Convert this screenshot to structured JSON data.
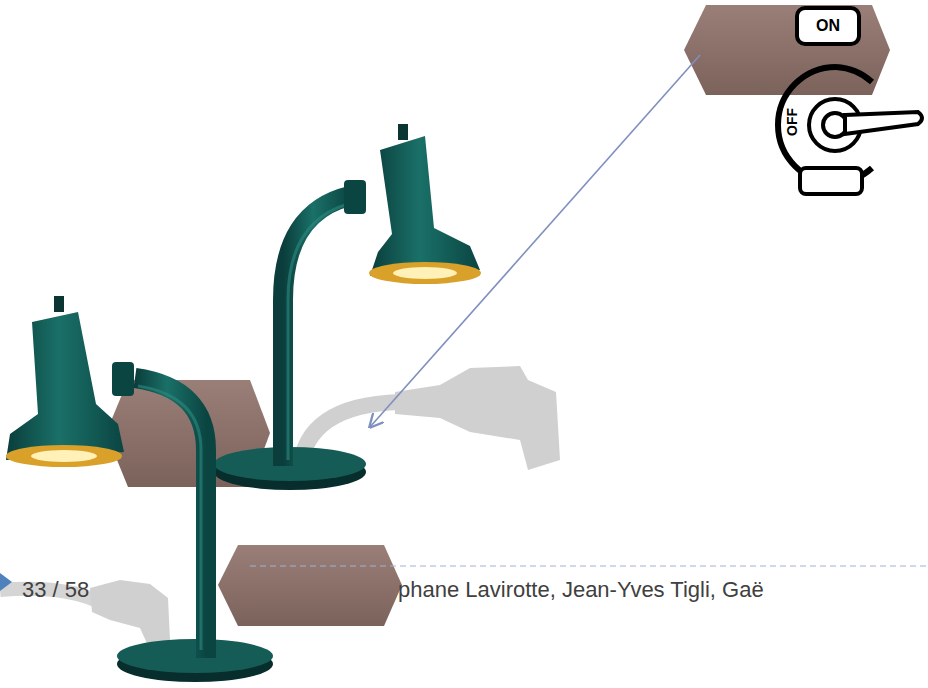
{
  "diagram": {
    "labels": [
      "ON",
      "OFF",
      "33 / 58",
      "phane Lavirotte, Jean-Yves Tigli, Gaë"
    ]
  }
}
